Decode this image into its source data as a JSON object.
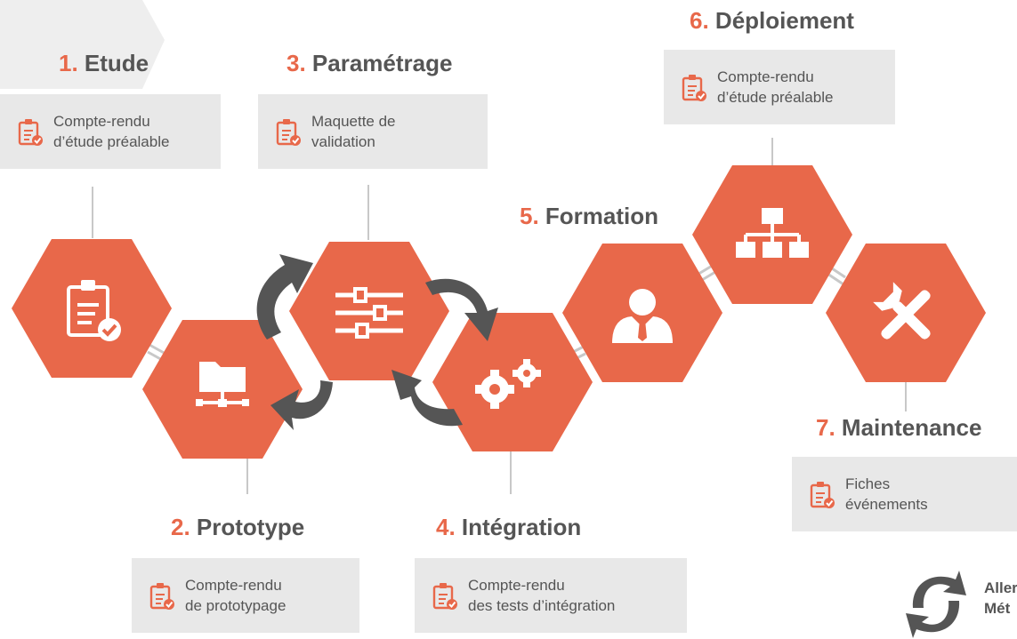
{
  "colors": {
    "accent": "#e8684a",
    "connector": "#c8c8c8",
    "arrow": "#555555",
    "box": "#e8e8e8"
  },
  "steps": [
    {
      "number": "1.",
      "title": "Etude",
      "doc_lines": [
        "Compte-rendu",
        "d’étude préalable"
      ],
      "icon": "clipboard-check-icon"
    },
    {
      "number": "2.",
      "title": "Prototype",
      "doc_lines": [
        "Compte-rendu",
        "de prototypage"
      ],
      "icon": "folder-network-icon"
    },
    {
      "number": "3.",
      "title": "Paramétrage",
      "doc_lines": [
        "Maquette de",
        "validation"
      ],
      "icon": "sliders-icon"
    },
    {
      "number": "4.",
      "title": "Intégration",
      "doc_lines": [
        "Compte-rendu",
        "des tests d’intégration"
      ],
      "icon": "gears-icon"
    },
    {
      "number": "5.",
      "title": "Formation",
      "doc_lines": [],
      "icon": "person-icon"
    },
    {
      "number": "6.",
      "title": "Déploiement",
      "doc_lines": [
        "Compte-rendu",
        "d’étude préalable"
      ],
      "icon": "hierarchy-icon"
    },
    {
      "number": "7.",
      "title": "Maintenance",
      "doc_lines": [
        "Fiches",
        "événements"
      ],
      "icon": "tools-icon"
    }
  ],
  "legend": {
    "lines": [
      "Aller",
      "Mét"
    ],
    "icon": "cycle-arrows-icon"
  }
}
